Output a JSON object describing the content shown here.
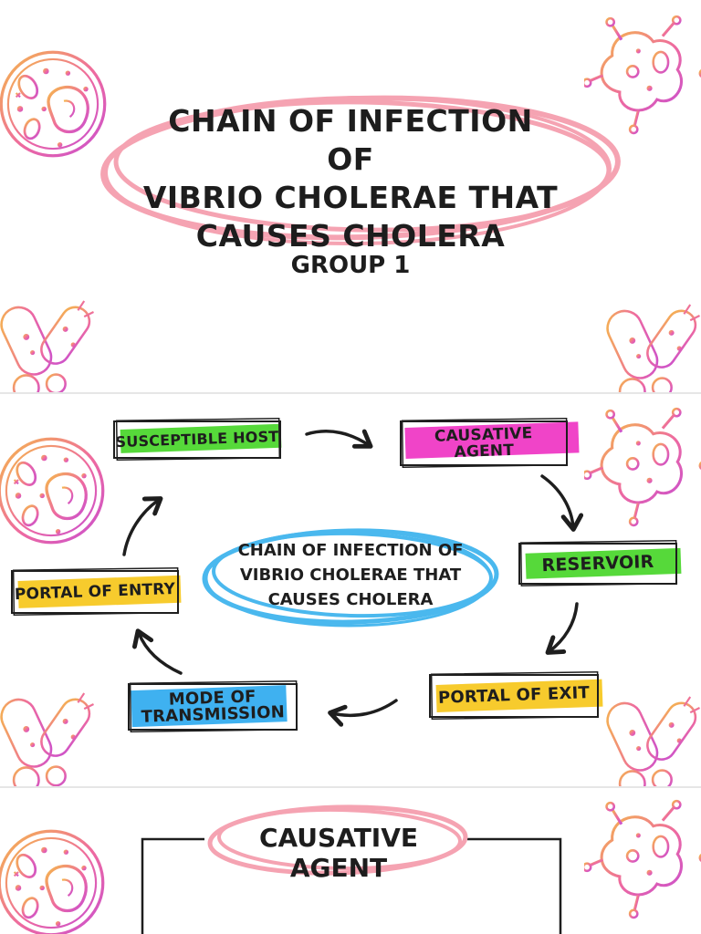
{
  "slide1": {
    "title_lines": [
      "CHAIN OF INFECTION OF",
      "VIBRIO CHOLERAE THAT",
      "CAUSES CHOLERA"
    ],
    "group": "GROUP 1"
  },
  "slide2": {
    "center_lines": [
      "CHAIN OF INFECTION OF",
      "VIBRIO CHOLERAE THAT",
      "CAUSES CHOLERA"
    ],
    "nodes": {
      "susceptible_host": {
        "label": "SUSCEPTIBLE HOST",
        "color": "#56d93a"
      },
      "causative_agent": {
        "lines": [
          "CAUSATIVE",
          "AGENT"
        ],
        "color": "#f044c8"
      },
      "reservoir": {
        "label": "RESERVOIR",
        "color": "#56d93a"
      },
      "portal_of_exit": {
        "label": "PORTAL OF EXIT",
        "color": "#f7cb2d"
      },
      "mode_of_transmission": {
        "lines": [
          "MODE OF",
          "TRANSMISSION"
        ],
        "color": "#3fb1f0"
      },
      "portal_of_entry": {
        "label": "PORTAL OF ENTRY",
        "color": "#f7cb2d"
      }
    }
  },
  "slide3": {
    "title": "CAUSATIVE AGENT"
  },
  "colors": {
    "pink_scribble": "#f5a3b2",
    "blue_scribble": "#4ab8ee",
    "deco_gradient_start": "#f5b84a",
    "deco_gradient_end": "#c94fcf"
  },
  "icons": [
    "cell-petri-icon",
    "virus-icon",
    "bacteria-icon"
  ]
}
